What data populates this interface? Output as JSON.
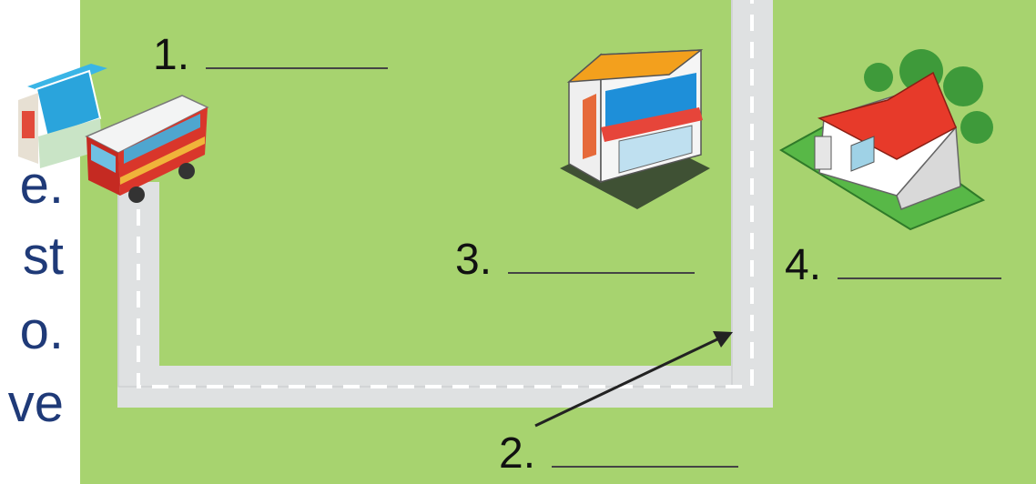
{
  "left_text": [
    "e.",
    "st",
    "o.",
    "ve"
  ],
  "labels": [
    {
      "id": "1",
      "text": "1."
    },
    {
      "id": "2",
      "text": "2."
    },
    {
      "id": "3",
      "text": "3."
    },
    {
      "id": "4",
      "text": "4."
    }
  ],
  "colors": {
    "grass": "#a7d36f",
    "road": "#dfe1e2",
    "road_dash": "#ffffff",
    "left_text": "#1f3a78",
    "label_text": "#111111"
  },
  "icons": [
    "bus-stop-icon",
    "bus-icon",
    "shop-icon",
    "house-icon",
    "arrow-icon"
  ]
}
